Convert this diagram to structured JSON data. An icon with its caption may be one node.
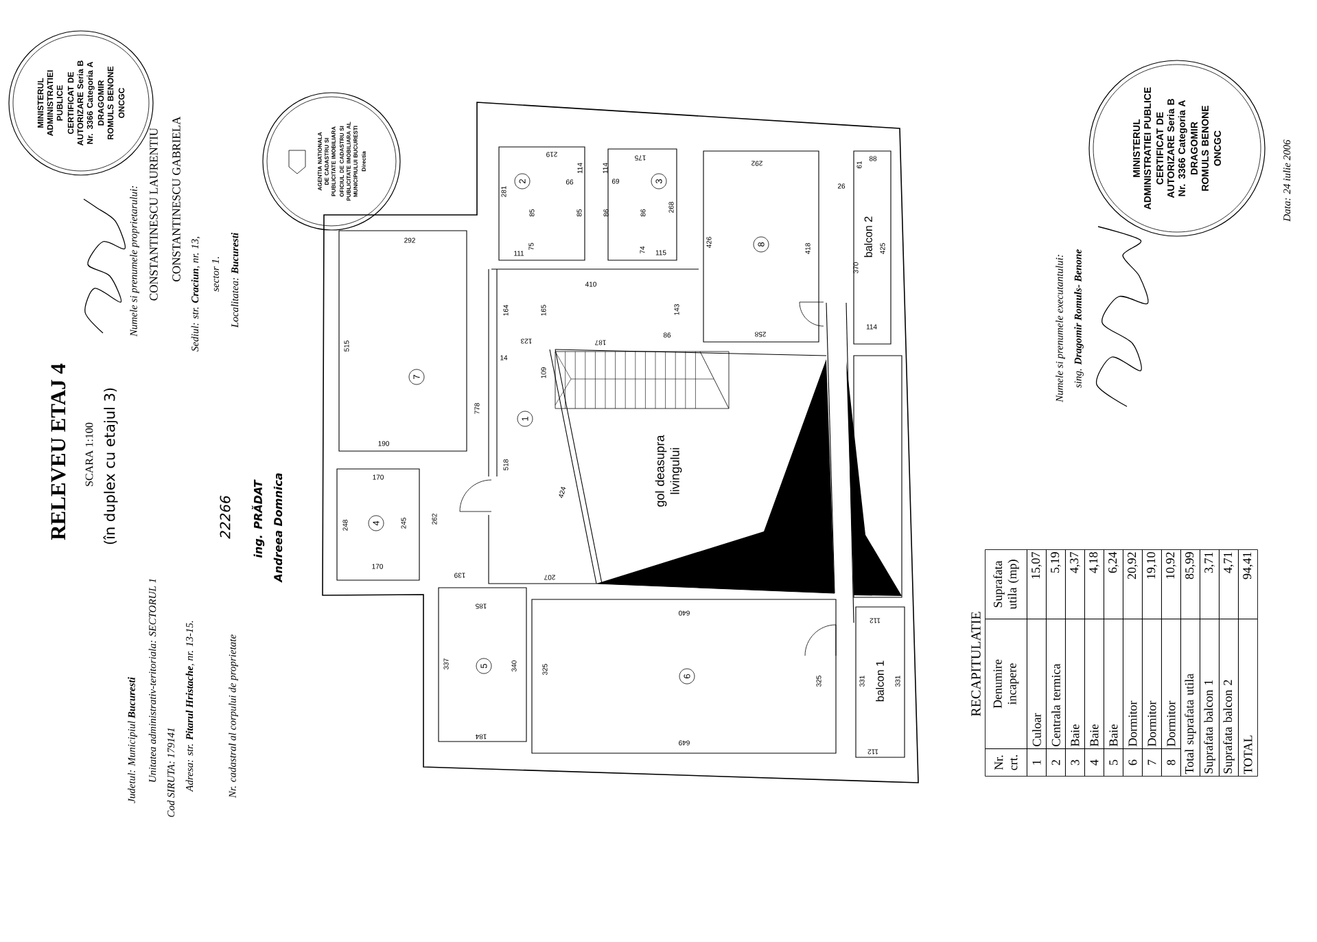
{
  "diagram": {
    "title": "RELEVEU ETAJ 4",
    "nodes": [
      {
        "text": [
          "MINISTERUL ADMINISTRATIEI PUBLICE",
          "CERTIFICAT DE AUTORIZARE Seria B Nr. 3366 Categoria A",
          "DRAGOMIR ROMULS BENONE",
          "ONCGC"
        ]
      },
      {
        "text": [
          "AGENTIA NATIONALA DE CADASTRU SI PUBLICITATE IMOBILIARA",
          "OFICIUL DE CADASTRU SI PUBLICITATE IMOBILIARA AL MUNICIPIULUI BUCURESTI",
          "Directia"
        ]
      },
      {
        "text": [
          "1"
        ]
      },
      {
        "text": [
          "2"
        ]
      },
      {
        "text": [
          "3"
        ]
      },
      {
        "text": [
          "4"
        ]
      },
      {
        "text": [
          "5"
        ]
      },
      {
        "text": [
          "6"
        ]
      },
      {
        "text": [
          "7"
        ]
      },
      {
        "text": [
          "8"
        ]
      },
      {
        "text": [
          "MINISTERUL ADMINISTRATIEI PUBLICE",
          "CERTIFICAT DE AUTORIZARE Seria B Nr. 3366 Categoria A",
          "DRAGOMIR ROMULS BENONE",
          "ONCGC"
        ]
      }
    ],
    "labels": [
      "SCARA 1:100",
      "(în duplex cu etajul 3)",
      "Numele si prenumele proprietarului:",
      "CONSTANTINESCU LAURENTIU",
      "CONSTANTINESCU GABRIELA",
      "Sediul: str. **Craciun**, nr. 13,",
      "sector 1.",
      "Localitatea: **Bucuresti**",
      "Judetul: Municipiul **Bucuresti**",
      "Unitatea administrativ-teritoriala: SECTORUL 1",
      "Cod SIRUTA: 179141",
      "Adresa: str. **Pitarul Hristache**, nr. 13-15.",
      "Nr. cadastral al corpului de proprietate",
      "22266",
      "ing. PRĂDAT",
      "Andreea Domnica",
      "219",
      "114",
      "99",
      "281",
      "85",
      "85",
      "75",
      "111",
      "175",
      "114",
      "69",
      "86",
      "86",
      "268",
      "74",
      "115",
      "292",
      "426",
      "418",
      "61",
      "88",
      "26",
      "370",
      "425",
      "114",
      "410",
      "164",
      "165",
      "143",
      "86",
      "258",
      "123",
      "187",
      "292",
      "515",
      "14",
      "109",
      "778",
      "190",
      "518",
      "424",
      "170",
      "248",
      "245",
      "262",
      "170",
      "139",
      "207",
      "185",
      "640",
      "337",
      "340",
      "325",
      "325",
      "112",
      "331",
      "331",
      "184",
      "649",
      "112",
      "balcon 2",
      "balcon 1",
      "gol deasupra livingului",
      "Numele si prenumele executantului:",
      "sing. **Dragomir Romuls- Benone**",
      "Data: 24 iulie 2006",
      "RECAPITULATIE",
      "Nr. crt.",
      "Denumire incapere",
      "Suprafata utila (mp)",
      "1",
      "Culoar",
      "15,07",
      "2",
      "Centrala termica",
      "5,19",
      "3",
      "Baie",
      "4,37",
      "4",
      "Baie",
      "4,18",
      "5",
      "Baie",
      "6,24",
      "6",
      "Dormitor",
      "20,92",
      "7",
      "Dormitor",
      "19,10",
      "8",
      "Dormitor",
      "10,92",
      "Total suprafata utila",
      "85,99",
      "Suprafata balcon 1",
      "3,71",
      "Suprafata balcon 2",
      "4,71",
      "TOTAL",
      "94,41"
    ]
  }
}
